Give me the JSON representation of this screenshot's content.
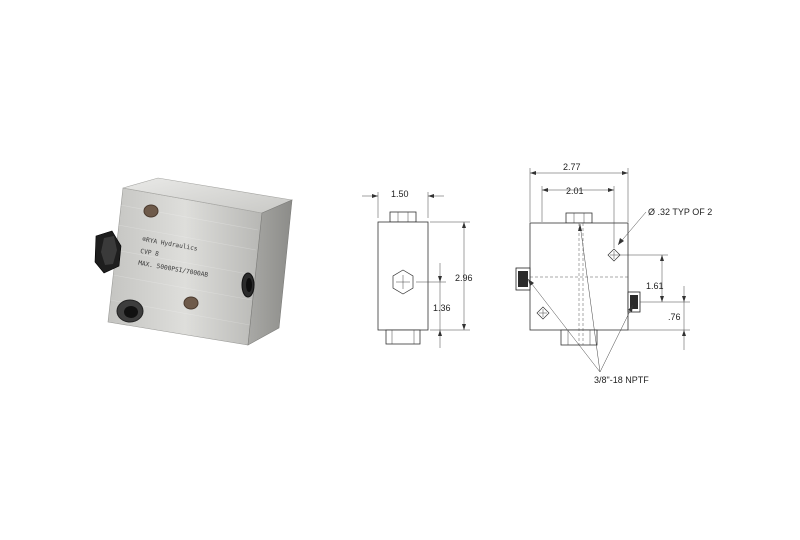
{
  "product": {
    "etched_text": [
      "®RYA Hydraulics",
      "CVP 8",
      "MAX. 5000PSI/7000AB"
    ]
  },
  "drawing": {
    "side_view": {
      "width_label": "1.50",
      "height_label": "2.96",
      "port_height_label": "1.36"
    },
    "front_view": {
      "overall_width_label": "2.77",
      "body_width_label": "2.01",
      "hole_label": "Ø .32 TYP OF 2",
      "port_height_label": "1.61",
      "lower_port_label": ".76",
      "thread_label": "3/8\"-18 NPTF"
    }
  },
  "colors": {
    "steel_light": "#d9d9d7",
    "steel_dark": "#8e8e8c",
    "port_black": "#1a1a1a",
    "line": "#333333"
  }
}
